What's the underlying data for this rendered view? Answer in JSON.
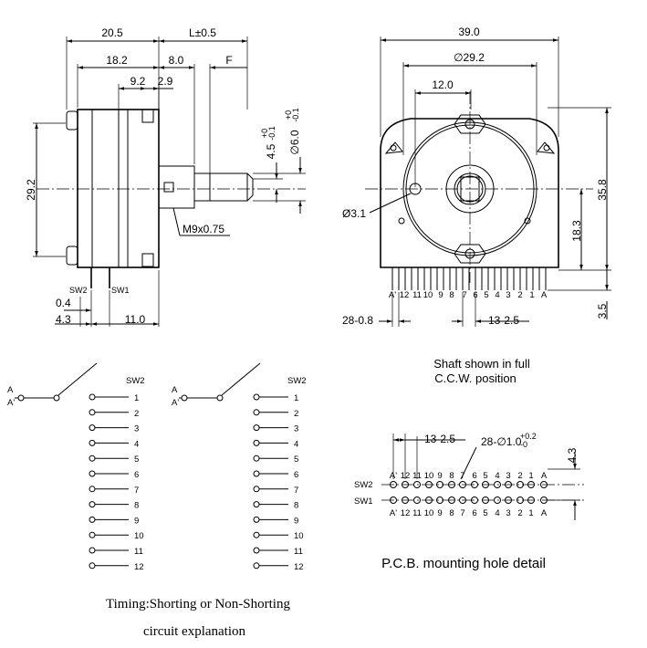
{
  "side_view": {
    "dims": {
      "top_total": "20.5",
      "top_l": "L±0.5",
      "d18": "18.2",
      "d8": "8.0",
      "dF": "F",
      "d92": "9.2",
      "d29": "2.9",
      "height": "29.2",
      "d45": "4.5",
      "d45_tol": "+0\n-0.1",
      "d60": "∅6.0",
      "d60_tol": "+0\n-0.1",
      "thread": "M9x0.75",
      "sw2": "SW2",
      "sw1": "SW1",
      "d04": "0.4",
      "d43": "4.3",
      "d110": "11.0"
    }
  },
  "front_view": {
    "dims": {
      "width": "39.0",
      "d292": "∅29.2",
      "d120": "12.0",
      "hole": "Ø3.1",
      "d358": "35.8",
      "d183": "18.3",
      "d35": "3.5",
      "pins": "28-0.8",
      "pitch": "13-2.5"
    },
    "pin_labels": [
      "A'",
      "12",
      "11",
      "10",
      "9",
      "8",
      "7",
      "6",
      "5",
      "4",
      "3",
      "2",
      "1",
      "A"
    ]
  },
  "shaft_note": [
    "Shaft shown in full",
    "C.C.W. position"
  ],
  "circuit": {
    "left": {
      "a": "A",
      "a_prime": "A'",
      "sw": "SW2",
      "contacts": [
        "1",
        "2",
        "3",
        "4",
        "5",
        "6",
        "7",
        "8",
        "9",
        "10",
        "11",
        "12"
      ]
    },
    "right": {
      "a": "A",
      "a_prime": "A'",
      "sw": "SW2",
      "contacts": [
        "1",
        "2",
        "3",
        "4",
        "5",
        "6",
        "7",
        "8",
        "9",
        "10",
        "11",
        "12"
      ]
    }
  },
  "pcb": {
    "pitch": "13-2.5",
    "holes": "28-∅1.0",
    "holes_tol": "+0.2\n-0",
    "d43": "4.3",
    "sw2": "SW2",
    "sw1": "SW1",
    "labels": [
      "A'",
      "12",
      "11",
      "10",
      "9",
      "8",
      "7",
      "6",
      "5",
      "4",
      "3",
      "2",
      "1",
      "A"
    ],
    "caption": "P.C.B.  mounting hole detail"
  },
  "timing_caption": [
    "Timing:Shorting or Non-Shorting",
    "circuit explanation"
  ]
}
